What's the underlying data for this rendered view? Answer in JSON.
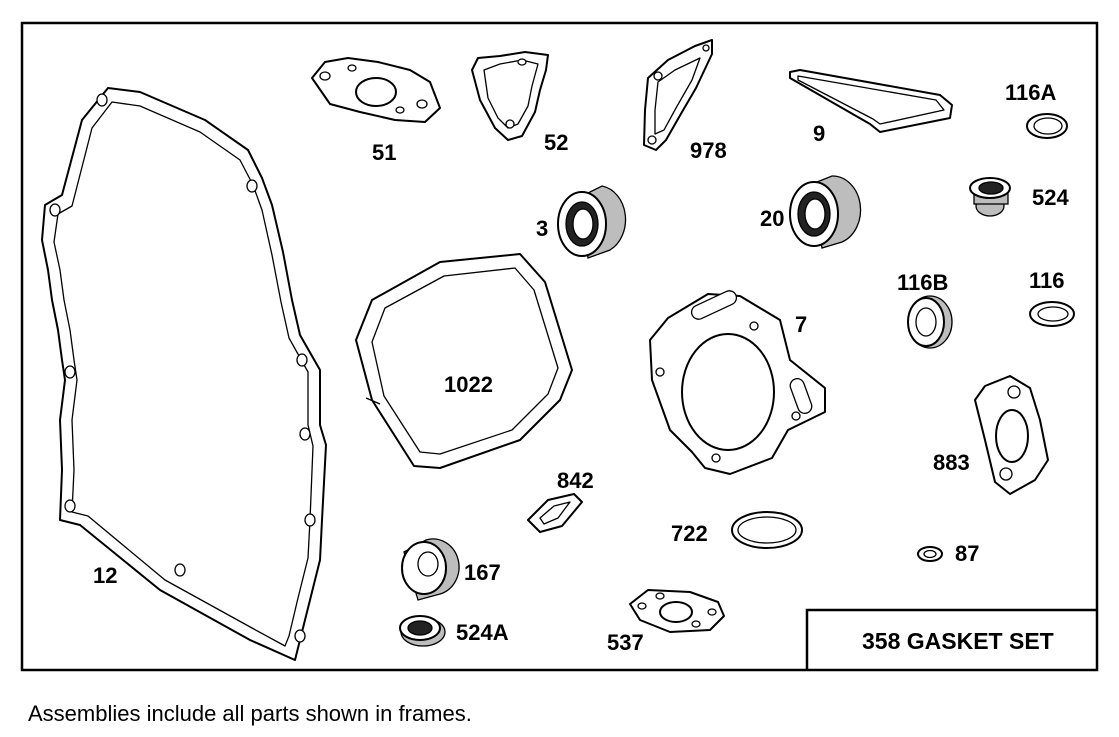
{
  "diagram": {
    "parts": [
      {
        "id": "12",
        "label": "12"
      },
      {
        "id": "51",
        "label": "51"
      },
      {
        "id": "52",
        "label": "52"
      },
      {
        "id": "978",
        "label": "978"
      },
      {
        "id": "9",
        "label": "9"
      },
      {
        "id": "116A",
        "label": "116A"
      },
      {
        "id": "524",
        "label": "524"
      },
      {
        "id": "3",
        "label": "3"
      },
      {
        "id": "20",
        "label": "20"
      },
      {
        "id": "116B",
        "label": "116B"
      },
      {
        "id": "116",
        "label": "116"
      },
      {
        "id": "1022",
        "label": "1022"
      },
      {
        "id": "7",
        "label": "7"
      },
      {
        "id": "883",
        "label": "883"
      },
      {
        "id": "842",
        "label": "842"
      },
      {
        "id": "722",
        "label": "722"
      },
      {
        "id": "87",
        "label": "87"
      },
      {
        "id": "167",
        "label": "167"
      },
      {
        "id": "524A",
        "label": "524A"
      },
      {
        "id": "537",
        "label": "537"
      }
    ],
    "assembly_box_label": "358 GASKET SET"
  },
  "footnote": "Assemblies include all parts shown in frames."
}
